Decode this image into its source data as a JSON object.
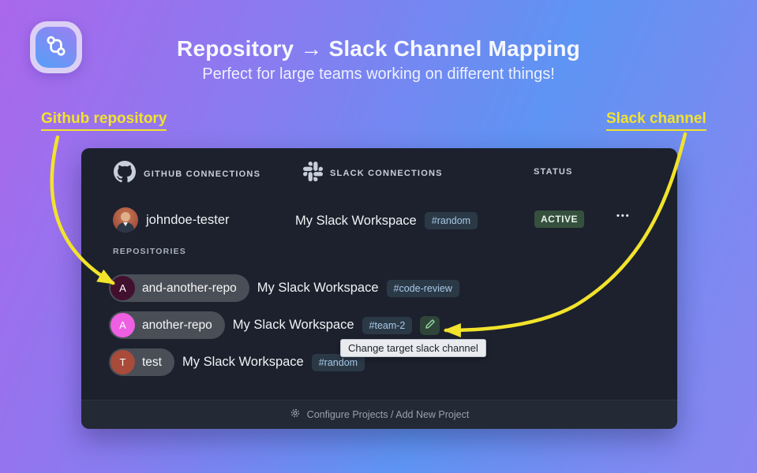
{
  "hero": {
    "title": "Repository → Slack Channel Mapping",
    "subtitle": "Perfect for large teams working on different things!"
  },
  "annotations": {
    "left_label": "Github repository",
    "right_label": "Slack channel",
    "accent_color": "#f2e32c"
  },
  "card": {
    "background": "#1c212d",
    "headers": {
      "github": "GITHUB CONNECTIONS",
      "slack": "SLACK CONNECTIONS",
      "status": "STATUS"
    },
    "connection": {
      "github_user": "johndoe-tester",
      "workspace": "My Slack Workspace",
      "channel": "#random",
      "status": "ACTIVE",
      "status_bg": "#36503e",
      "menu": "•••"
    },
    "repos_label": "REPOSITORIES",
    "repos": [
      {
        "initial": "A",
        "name": "and-another-repo",
        "workspace": "My Slack Workspace",
        "channel": "#code-review",
        "avatar_color": "#41102f"
      },
      {
        "initial": "A",
        "name": "another-repo",
        "workspace": "My Slack Workspace",
        "channel": "#team-2",
        "avatar_color": "#ee5fe2"
      },
      {
        "initial": "T",
        "name": "test",
        "workspace": "My Slack Workspace",
        "channel": "#random",
        "avatar_color": "#a84b3a"
      }
    ],
    "tooltip": "Change target slack channel",
    "footer": "Configure Projects / Add New Project",
    "chip_bg": "#2b3947",
    "chip_text": "#a6c8e6"
  },
  "icons": {
    "app": "git-compare",
    "github_header": "github-octocat",
    "slack_header": "slack-logo",
    "edit": "pencil",
    "footer": "gear",
    "row_menu": "ellipsis"
  }
}
